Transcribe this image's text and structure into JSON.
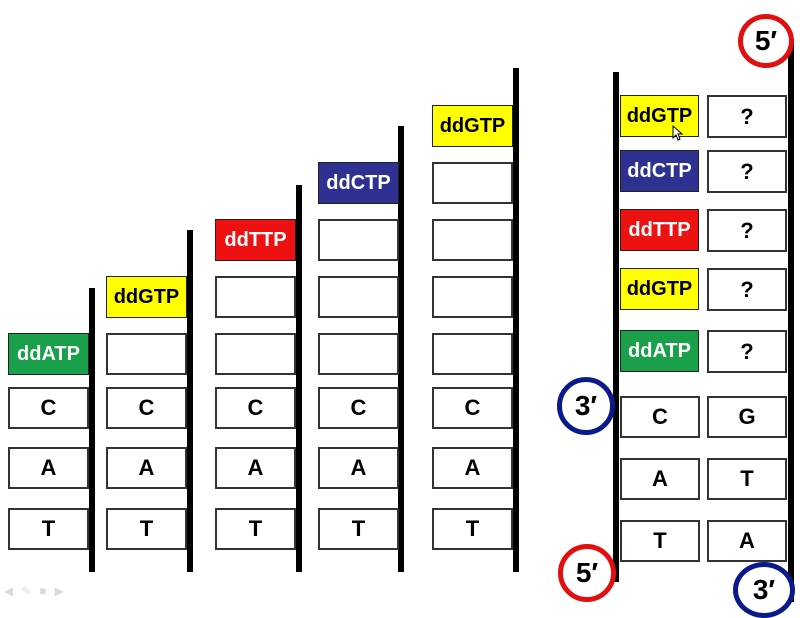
{
  "ladders": [
    {
      "primer": "ddATP",
      "primer_color": "green",
      "empty_count": 0
    },
    {
      "primer": "ddGTP",
      "primer_color": "yellow",
      "empty_count": 1
    },
    {
      "primer": "ddTTP",
      "primer_color": "red",
      "empty_count": 2
    },
    {
      "primer": "ddCTP",
      "primer_color": "blue",
      "empty_count": 3
    },
    {
      "primer": "ddGTP",
      "primer_color": "yellow",
      "empty_count": 4
    }
  ],
  "template_bases": [
    "C",
    "A",
    "T"
  ],
  "answer_panel": {
    "fragments": [
      {
        "label": "ddGTP",
        "color": "yellow",
        "pair": "?"
      },
      {
        "label": "ddCTP",
        "color": "blue",
        "pair": "?"
      },
      {
        "label": "ddTTP",
        "color": "red",
        "pair": "?"
      },
      {
        "label": "ddGTP",
        "color": "yellow",
        "pair": "?"
      },
      {
        "label": "ddATP",
        "color": "green",
        "pair": "?"
      }
    ],
    "pairs": [
      {
        "left": "C",
        "right": "G"
      },
      {
        "left": "A",
        "right": "T"
      },
      {
        "left": "T",
        "right": "A"
      }
    ],
    "top_right_label": "5′",
    "mid_left_label": "3′",
    "bottom_left_label": "5′",
    "bottom_right_label": "3′"
  },
  "colors": {
    "green": "#1aa04a",
    "yellow": "#ffff00",
    "red": "#ee1111",
    "blue": "#2e3192",
    "circle_red": "#e01010",
    "circle_navy": "#0a1a8a"
  },
  "icons": [
    "cursor-icon",
    "player-controls-icon"
  ]
}
